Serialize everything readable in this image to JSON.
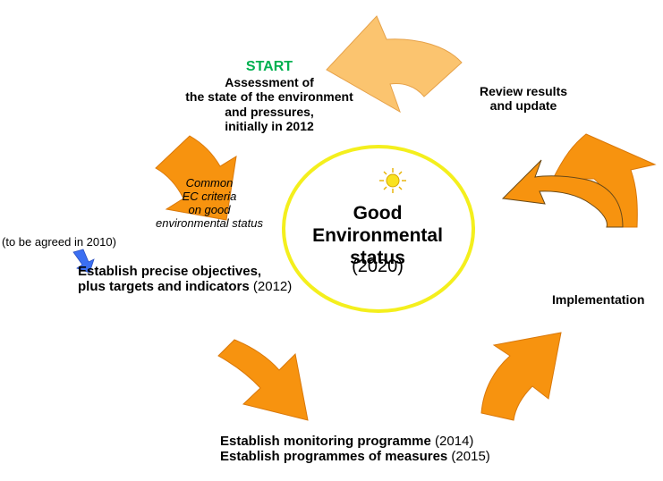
{
  "colors": {
    "arrow_orange": "#f7930f",
    "arrow_light_orange": "#fbc46f",
    "circle_yellow": "#f4ef1d",
    "sun_yellow": "#f9e21f",
    "start_green": "#00b050",
    "small_arrow_blue": "#3b6ff2"
  },
  "start": {
    "label": "START",
    "line1": "Assessment of",
    "line2": "the state of the environment",
    "line3": "and pressures,",
    "line4": "initially in 2012"
  },
  "review": {
    "line1": "Review results",
    "line2": "and update"
  },
  "criteria": {
    "line1": "Common",
    "line2": "EC criteria",
    "line3": "on good",
    "line4": "environmental status",
    "note": "(to be agreed in 2010)"
  },
  "objectives": {
    "line1": "Establish precise objectives,",
    "line2_bold": "plus targets and indicators",
    "line2_year": " (2012)"
  },
  "implementation": {
    "label": "Implementation"
  },
  "monitoring": {
    "line1_bold": "Establish monitoring programme",
    "line1_year": " (2014)",
    "line2_bold": "Establish programmes of measures",
    "line2_year": " (2015)"
  },
  "center": {
    "icon": "sun-icon",
    "line1": "Good",
    "line2": "Environmental",
    "line3": "status",
    "year": "(2020)"
  }
}
